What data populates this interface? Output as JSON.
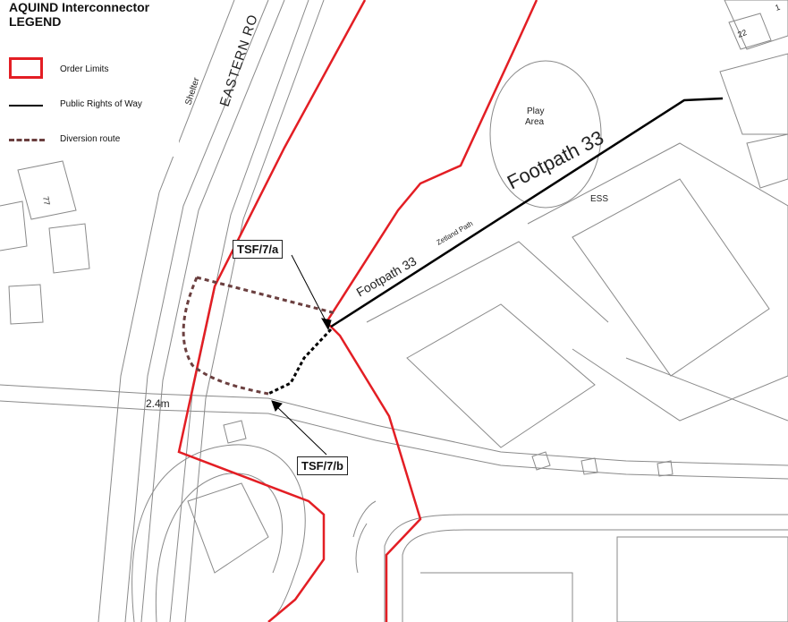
{
  "legend": {
    "title_line1": "AQUIND Interconnector",
    "title_line2": "LEGEND",
    "items": [
      {
        "label": "Order Limits"
      },
      {
        "label": "Public Rights of Way"
      },
      {
        "label": "Diversion route"
      }
    ]
  },
  "colors": {
    "order_limits": "#e31e24",
    "public_rights_of_way": "#000000",
    "diversion_route": "#6b3f3f",
    "basemap_lines": "#8a8a8a"
  },
  "map_labels": {
    "road": "EASTERN RO",
    "shelter": "Shelter",
    "play_area_line1": "Play",
    "play_area_line2": "Area",
    "footpath_large": "Footpath 33",
    "footpath_small": "Footpath 33",
    "zetland_path": "Zetland Path",
    "ess": "ESS",
    "spot_height": "2.4m",
    "house_22": "22",
    "house_partial": "1",
    "house_77": "77"
  },
  "callouts": {
    "a": "TSF/7/a",
    "b": "TSF/7/b"
  }
}
